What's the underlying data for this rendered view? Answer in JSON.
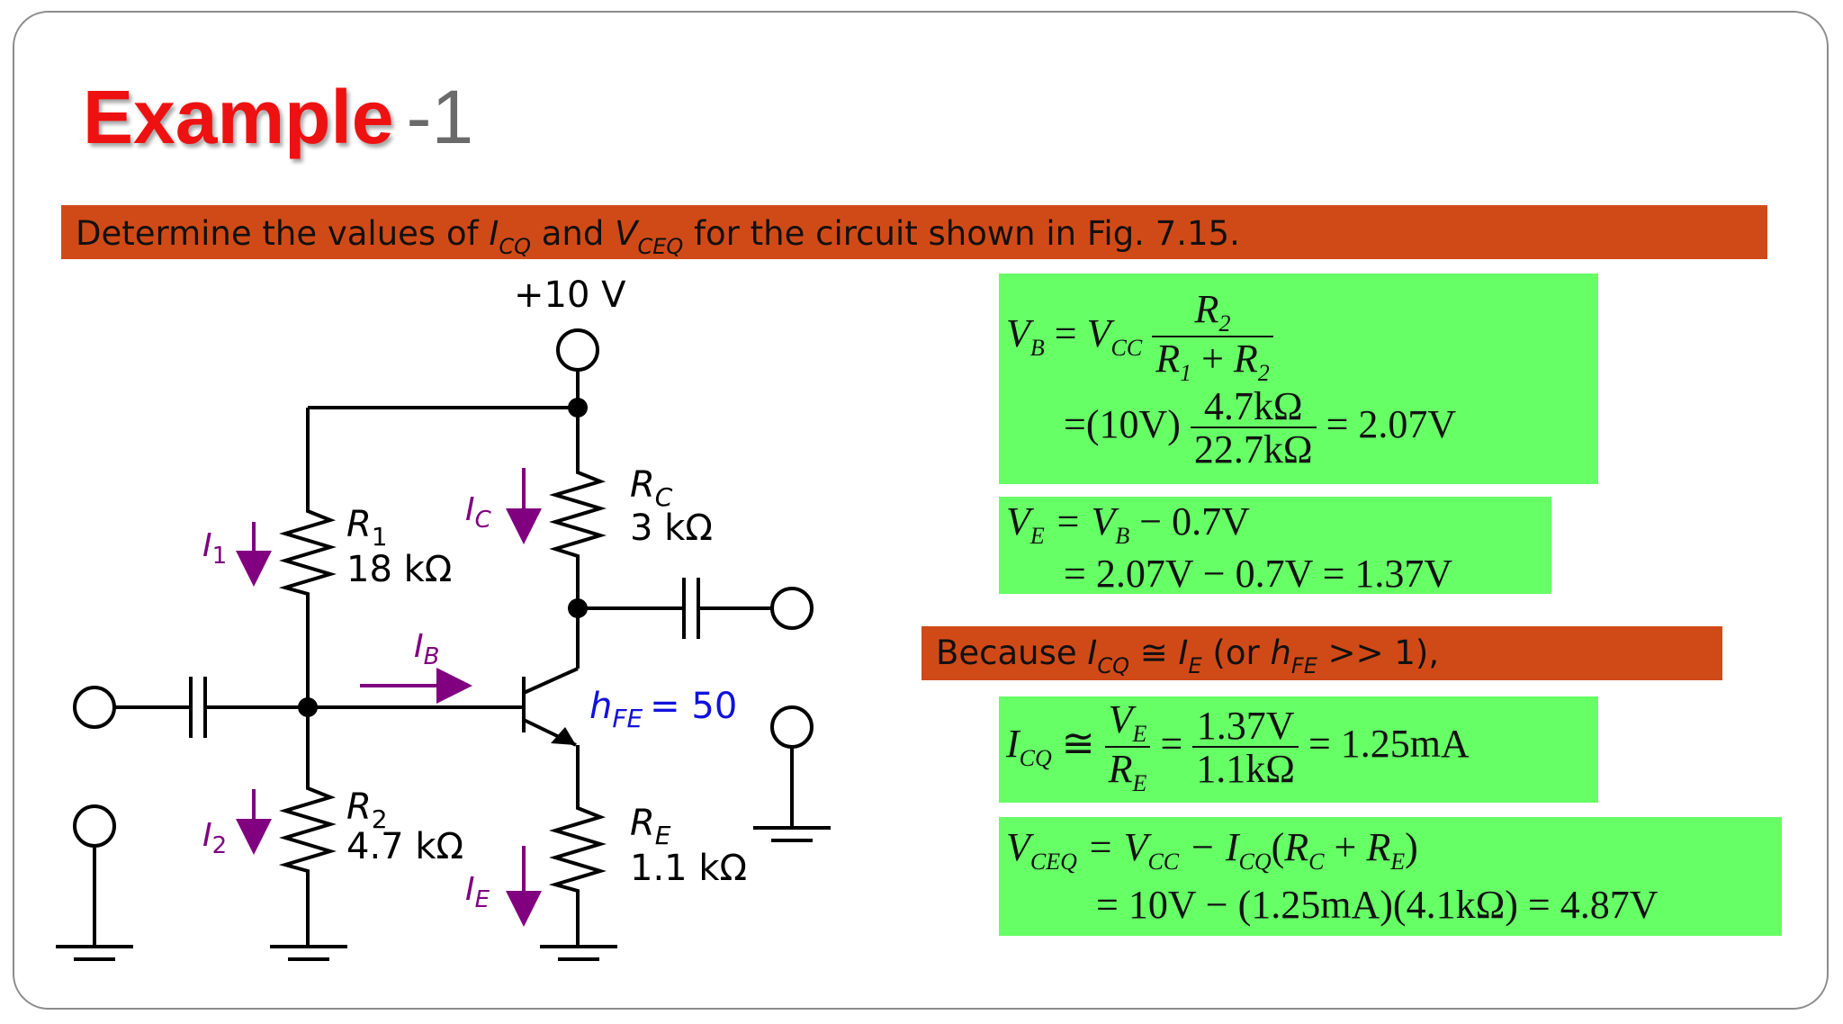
{
  "title": {
    "main": "Example",
    "number": "-1"
  },
  "problem": {
    "prefix": "Determine the values of ",
    "icq_sym": "I",
    "icq_sub": "CQ",
    "mid": " and ",
    "vceq_sym": "V",
    "vceq_sub": "CEQ",
    "suffix": " for the circuit shown in Fig. 7.15."
  },
  "circuit": {
    "supply": "+10 V",
    "rc_name": "R",
    "rc_sub": "C",
    "rc_value": "3 kΩ",
    "r1_name": "R",
    "r1_sub": "1",
    "r1_value": "18 kΩ",
    "r2_name": "R",
    "r2_sub": "2",
    "r2_value": "4.7 kΩ",
    "re_name": "R",
    "re_sub": "E",
    "re_value": "1.1 kΩ",
    "ic_label": "I",
    "ic_sub": "C",
    "i1_label": "I",
    "i1_sub": "1",
    "i2_label": "I",
    "i2_sub": "2",
    "ib_label": "I",
    "ib_sub": "B",
    "ie_label": "I",
    "ie_sub": "E",
    "hfe_name": "h",
    "hfe_sub": "FE",
    "hfe_value": "= 50",
    "colors": {
      "wire": "#000000",
      "current_arrow": "#800080",
      "hfe_text": "#1111dd"
    }
  },
  "equations": {
    "vb": {
      "lhs": "V",
      "lhs_sub": "B",
      "eq": "=",
      "vcc": "V",
      "vcc_sub": "CC",
      "num": "R",
      "num_sub": "2",
      "den_a": "R",
      "den_a_sub": "1",
      "den_plus": "+",
      "den_b": "R",
      "den_b_sub": "2",
      "line2_prefix": "=(10V)",
      "line2_num": "4.7kΩ",
      "line2_den": "22.7kΩ",
      "line2_result": "= 2.07V"
    },
    "ve": {
      "lhs": "V",
      "lhs_sub": "E",
      "rhs": "= V",
      "rhs_sub": "B",
      "rhs_tail": "− 0.7V",
      "line2": "= 2.07V − 0.7V = 1.37V"
    },
    "because": {
      "prefix": "Because ",
      "i": "I",
      "i_sub": "CQ",
      "approx": " ≅ ",
      "ie": "I",
      "ie_sub": "E",
      "mid": " (or ",
      "h": "h",
      "h_sub": "FE",
      "suffix": " >> 1),"
    },
    "icq": {
      "lhs": "I",
      "lhs_sub": "CQ",
      "approx": "≅",
      "num": "V",
      "num_sub": "E",
      "den": "R",
      "den_sub": "E",
      "eq": "=",
      "num2": "1.37V",
      "den2": "1.1kΩ",
      "result": "= 1.25mA"
    },
    "vceq": {
      "lhs": "V",
      "lhs_sub": "CEQ",
      "eq": "= V",
      "vcc_sub": "CC",
      "minus_i": " − I",
      "icq_sub": "CQ",
      "paren_open": "(",
      "rc": "R",
      "rc_sub": "C",
      "plus": " + ",
      "re": "R",
      "re_sub": "E",
      "paren_close": ")",
      "line2": "= 10V − (1.25mA)(4.1kΩ) = 4.87V"
    }
  },
  "colors": {
    "title": "#ee1111",
    "title_number": "#6a6a6a",
    "banner": "#d04a18",
    "equation_box": "#66ff66"
  }
}
